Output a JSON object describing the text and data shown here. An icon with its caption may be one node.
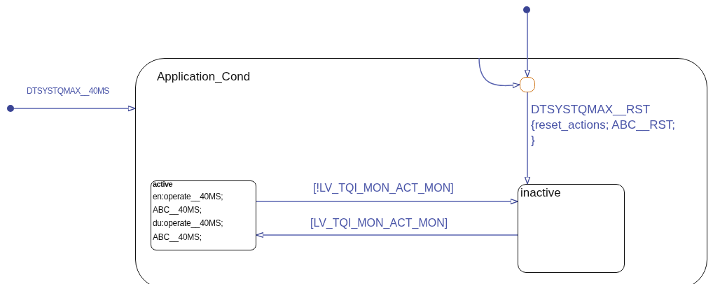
{
  "diagram": {
    "nodes": [
      {
        "text": [
          "Application_Cond"
        ]
      },
      {
        "text": [
          "active",
          "en:operate__40MS; ABC__40MS; du:operate__40MS; ABC__40MS;"
        ],
        "in": 0
      },
      {
        "text": [
          "inactive"
        ],
        "in": 0
      },
      {
        "text": [],
        "shape": "circle",
        "in": 0
      },
      {
        "text": [],
        "shape": "circle"
      },
      {
        "text": [],
        "shape": "circle"
      }
    ],
    "edges": [
      {
        "from": 4,
        "to": 0,
        "arrow": "to",
        "label": "DTSYSTQMAX__40MS"
      },
      {
        "from": 5,
        "to": 3,
        "arrow": "to"
      },
      {
        "from": 0,
        "to": 3,
        "arrow": "to"
      },
      {
        "from": 3,
        "to": 2,
        "arrow": "to",
        "label": "DTSYSTQMAX__RST {reset_actions; ABC__RST; }"
      },
      {
        "from": 1,
        "to": 2,
        "arrow": "to",
        "label": "[!LV_TQI_MON_ACT_MON]"
      },
      {
        "from": 2,
        "to": 1,
        "arrow": "to",
        "label": "[LV_TQI_MON_ACT_MON]"
      }
    ]
  }
}
